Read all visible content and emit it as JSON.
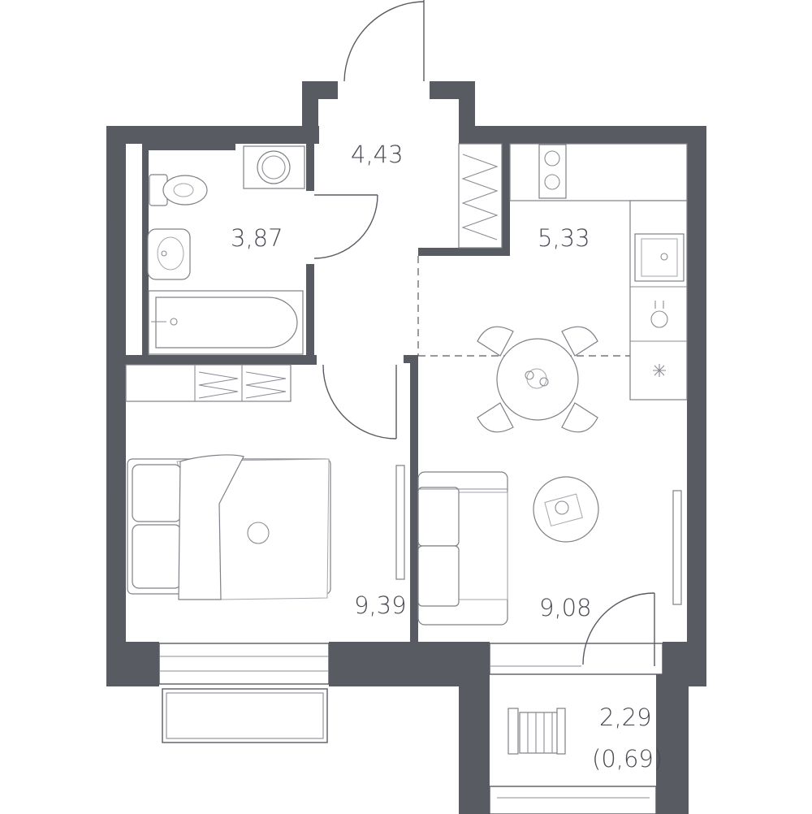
{
  "rooms": {
    "hallway": {
      "area": "4,43"
    },
    "bathroom": {
      "area": "3,87"
    },
    "kitchen": {
      "area": "5,33"
    },
    "bedroom": {
      "area": "9,39"
    },
    "living": {
      "area": "9,08"
    },
    "balcony": {
      "area": "2,29",
      "reduced_area": "(0,69)"
    }
  },
  "colors": {
    "wall": "#595b63",
    "furniture_stroke": "#7e8087",
    "label": "#4a4c54"
  }
}
